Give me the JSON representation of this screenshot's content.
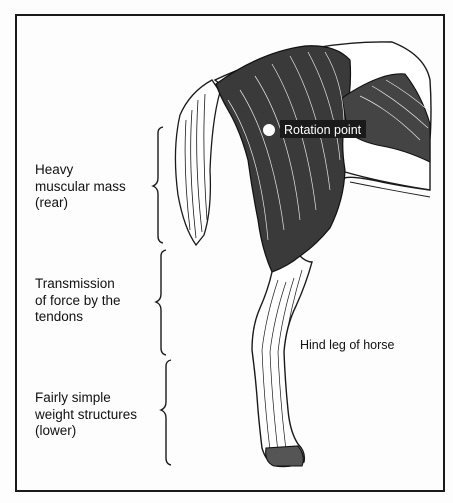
{
  "labels": {
    "muscle": "Heavy\nmuscular mass\n(rear)",
    "tendon": "Transmission\nof force by the\ntendons",
    "weight": "Fairly simple\nweight structures\n(lower)",
    "rotation": "Rotation point",
    "caption": "Hind leg of horse"
  },
  "colors": {
    "ink": "#1a1a1a",
    "paper": "#fdfdfd"
  }
}
